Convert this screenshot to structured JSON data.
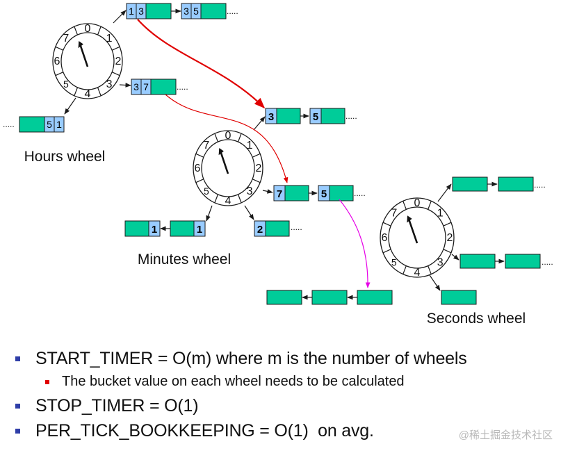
{
  "colors": {
    "node_fill": "#00cc99",
    "index_fill": "#99ccff",
    "outline": "#1a1a1a",
    "arrow_red": "#e00000",
    "arrow_magenta": "#e600e6",
    "bullet_blue": "#2f3ea8",
    "bullet_red": "#e00000"
  },
  "wheels": [
    {
      "id": "hours",
      "label": "Hours wheel",
      "slots": [
        "0",
        "1",
        "2",
        "3",
        "4",
        "5",
        "6",
        "7"
      ]
    },
    {
      "id": "minutes",
      "label": "Minutes wheel",
      "slots": [
        "0",
        "1",
        "2",
        "3",
        "4",
        "5",
        "6",
        "7"
      ]
    },
    {
      "id": "seconds",
      "label": "Seconds wheel",
      "slots": [
        "0",
        "1",
        "2",
        "3",
        "4",
        "5",
        "6",
        "7"
      ]
    }
  ],
  "timer_cells": {
    "hours_slot1": [
      [
        "1",
        "3"
      ],
      [
        "3",
        "5"
      ]
    ],
    "hours_slot3": [
      [
        "3",
        "7"
      ]
    ],
    "hours_slot5": [
      [
        "5",
        "1"
      ]
    ],
    "minutes_slot1": [
      [
        "3"
      ],
      [
        "5"
      ]
    ],
    "minutes_slot3": [
      [
        "7"
      ],
      [
        "5"
      ]
    ],
    "minutes_slot4": [
      [
        "2"
      ]
    ],
    "minutes_slot5": [
      [
        "1"
      ],
      [
        "1"
      ]
    ]
  },
  "continuation": ".....",
  "bullets": [
    {
      "text": "START_TIMER = O(m) where m is the number of wheels"
    },
    {
      "text": "The bucket value on each wheel needs to be calculated",
      "sub": true
    },
    {
      "text": "STOP_TIMER = O(1)"
    },
    {
      "text": "PER_TICK_BOOKKEEPING = O(1)  on avg."
    }
  ],
  "watermark": "@稀土掘金技术社区"
}
